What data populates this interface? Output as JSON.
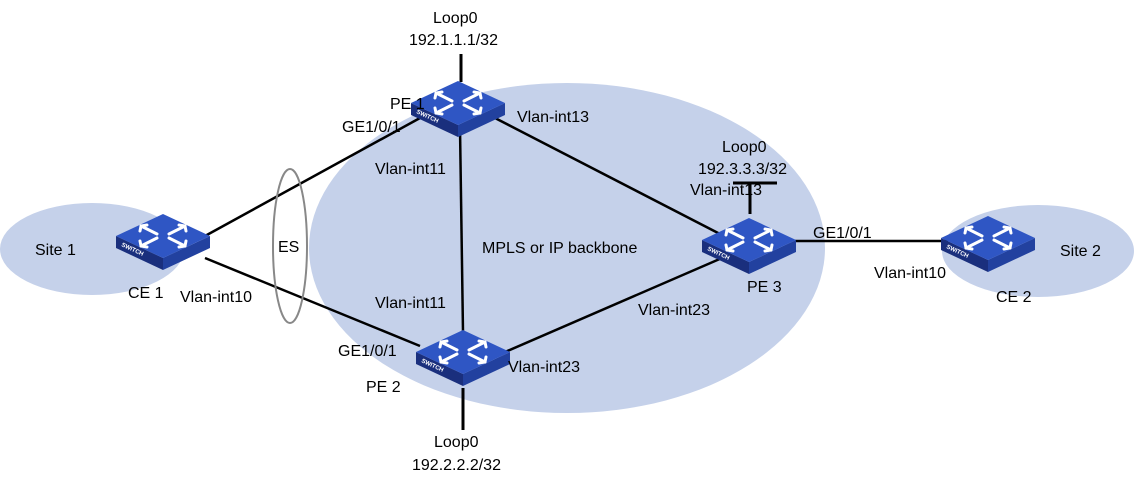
{
  "colors": {
    "cloud_fill": "#c5d1ea",
    "switch_top": "#2f56c4",
    "switch_side": "#1a2f7d",
    "switch_front": "#22419f",
    "arrow": "#ffffff",
    "link": "#000000",
    "es_ring": "#888888"
  },
  "icons": {
    "device": "switch-icon"
  },
  "switch_label": "SWITCH",
  "clouds": {
    "site1": "Site 1",
    "site2": "Site 2",
    "backbone": "MPLS or IP backbone"
  },
  "devices": {
    "pe1": "PE 1",
    "pe2": "PE 2",
    "pe3": "PE 3",
    "ce1": "CE 1",
    "ce2": "CE 2"
  },
  "loopbacks": {
    "pe1_name": "Loop0",
    "pe1_ip": "192.1.1.1/32",
    "pe2_name": "Loop0",
    "pe2_ip": "192.2.2.2/32",
    "pe3_name": "Loop0",
    "pe3_ip": "192.3.3.3/32"
  },
  "interfaces": {
    "pe1_ge": "GE1/0/1",
    "pe1_vlan13": "Vlan-int13",
    "pe1_vlan11": "Vlan-int11",
    "pe2_vlan11": "Vlan-int11",
    "pe2_ge": "GE1/0/1",
    "pe2_vlan23": "Vlan-int23",
    "pe3_vlan13": "Vlan-int13",
    "pe3_vlan23": "Vlan-int23",
    "pe3_ge": "GE1/0/1",
    "ce1_vlan10": "Vlan-int10",
    "ce2_vlan10": "Vlan-int10"
  },
  "es_label": "ES"
}
